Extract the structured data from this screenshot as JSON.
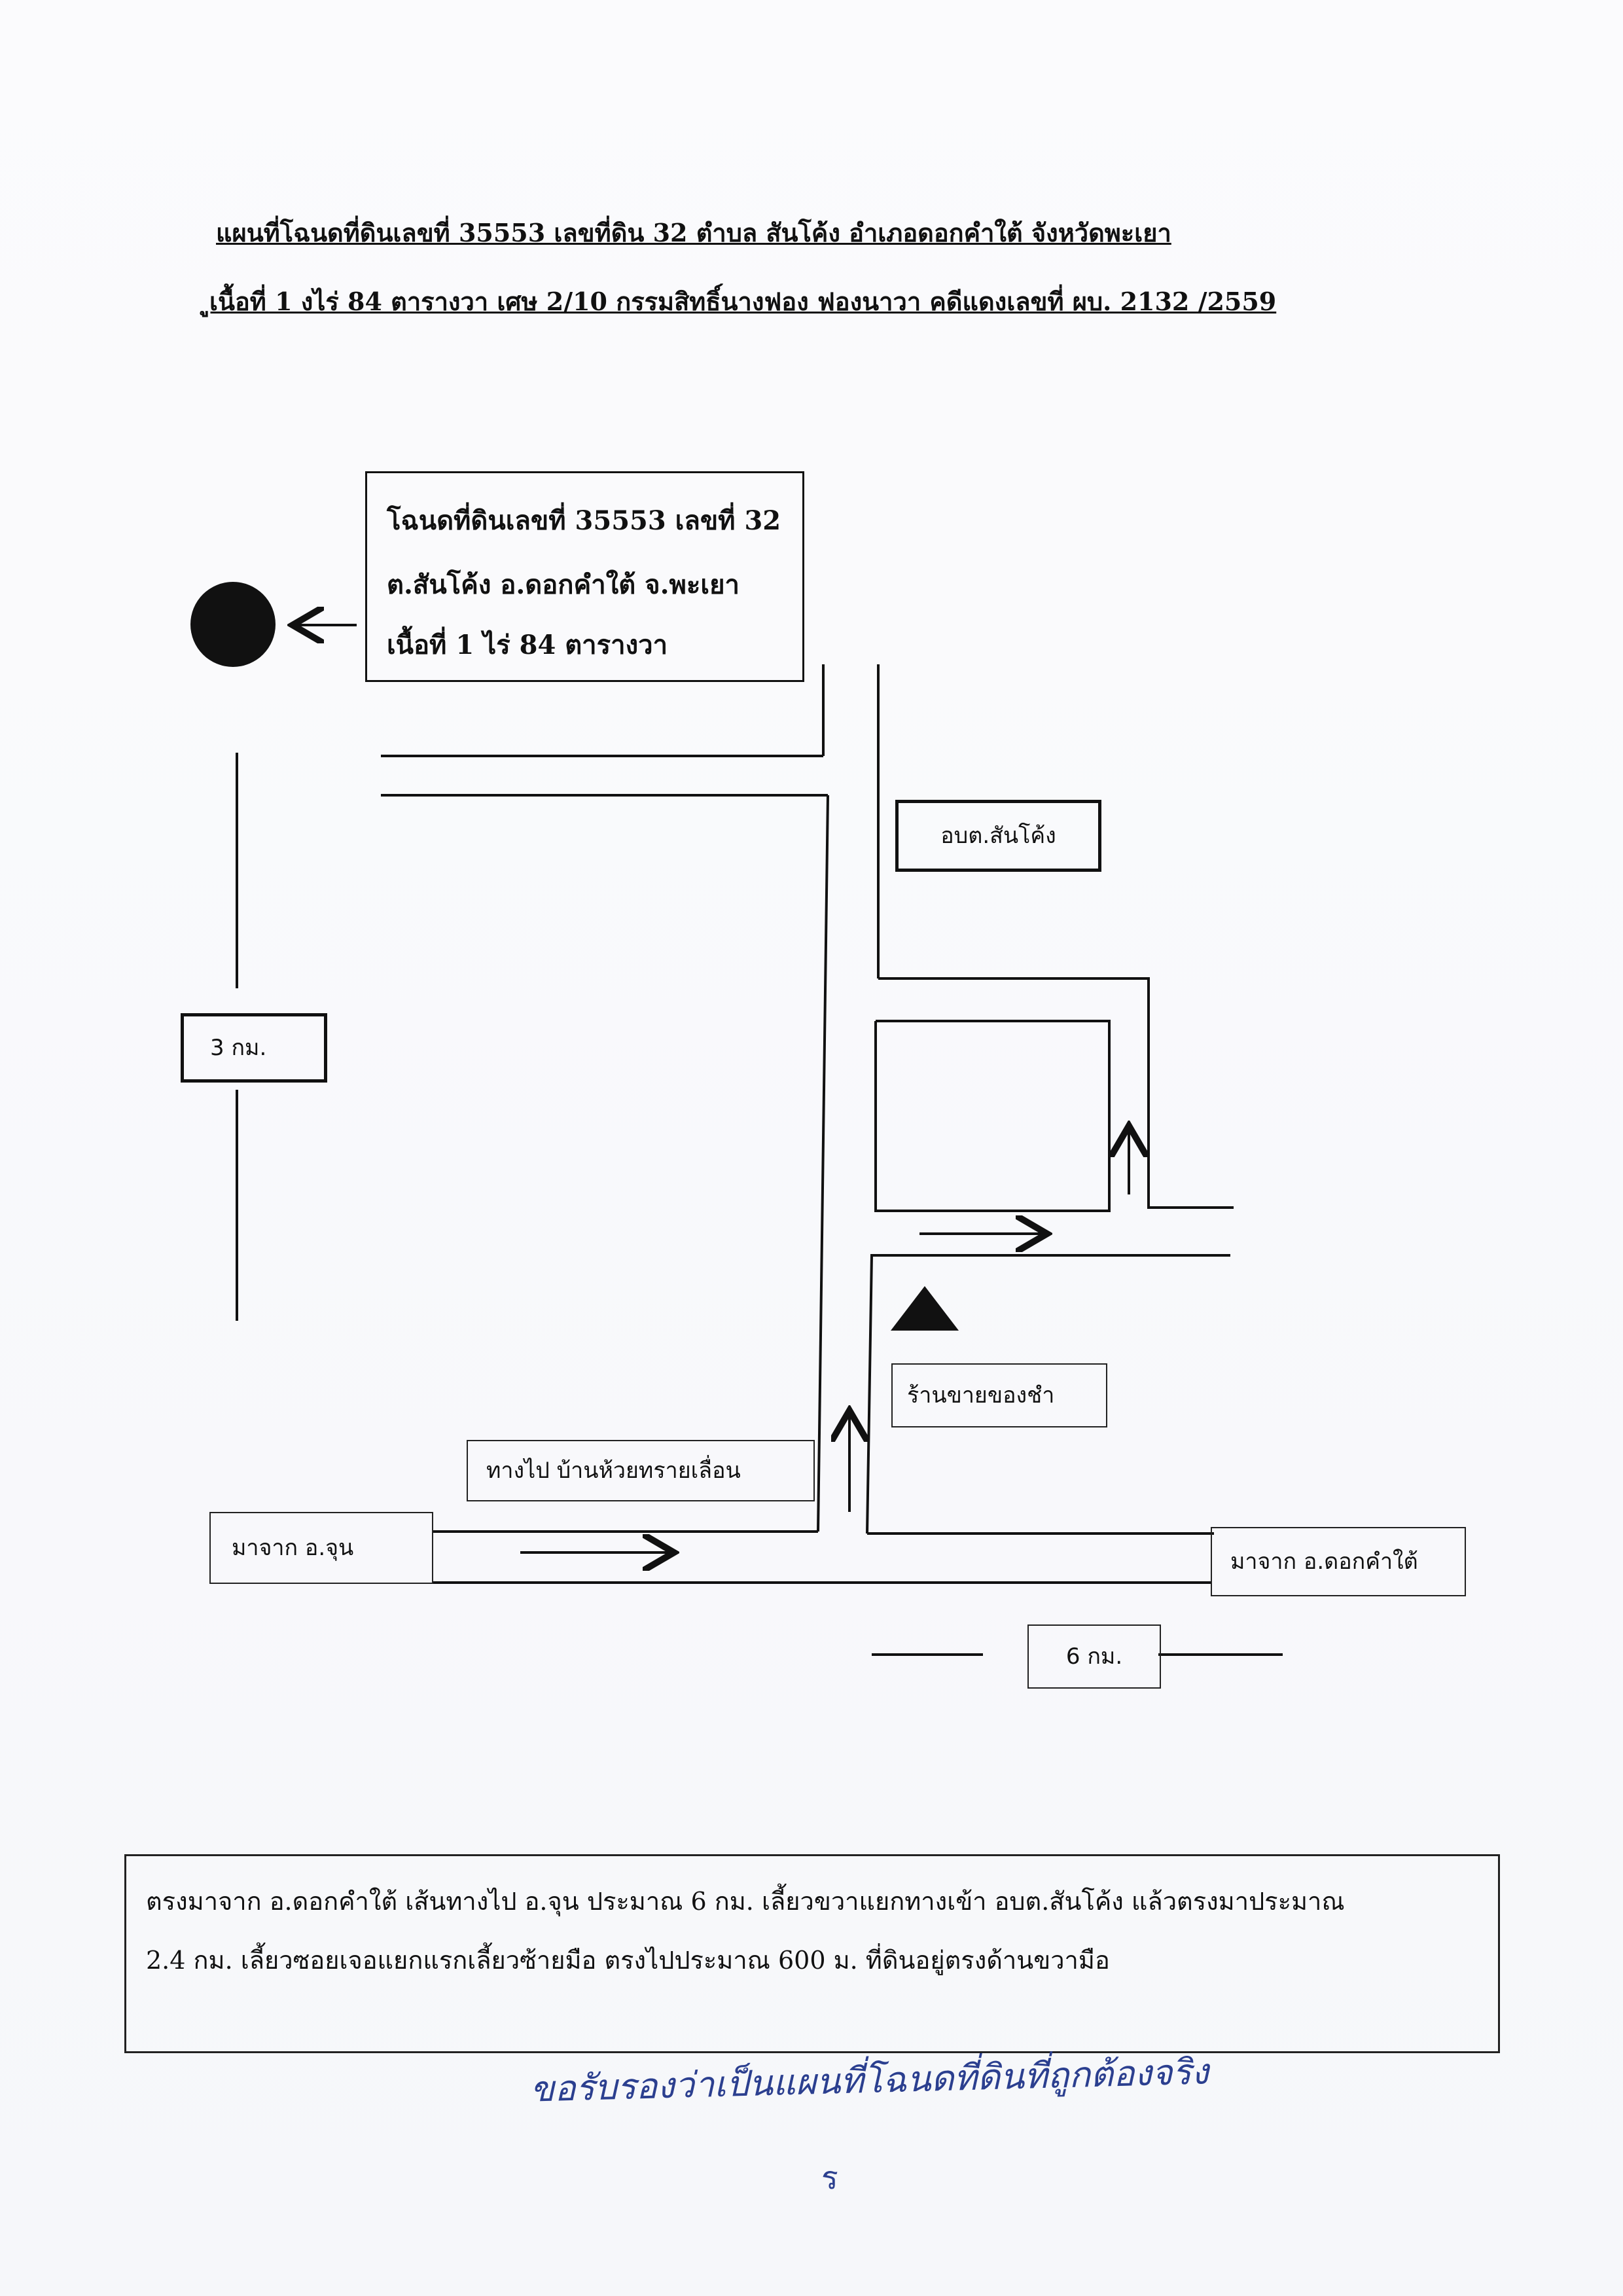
{
  "header": {
    "line1": "แผนที่โฉนดที่ดินเลขที่ 35553 เลขที่ดิน 32 ตำบล สันโค้ง อำเภอดอกคำใต้ จังหวัดพะเยา",
    "line2": "ูเนื้อที่ 1 งไร่ 84 ตารางวา เศษ 2/10 กรรมสิทธิ์นางฟอง ฟองนาวา คดีแดงเลขที่ ผบ. 2132 /2559"
  },
  "deed_box": {
    "line1": "โฉนดที่ดินเลขที่ 35553 เลขที่ 32",
    "line2": "ต.สันโค้ง อ.ดอกคำใต้ จ.พะเยา",
    "line3": "เนื้อที่ 1 ไร่ 84 ตารางวา"
  },
  "map_labels": {
    "obt": "อบต.สันโค้ง",
    "distance_3km": "3 กม.",
    "shop": "ร้านขายของชำ",
    "to_village": "ทางไป บ้านห้วยทรายเลื่อน",
    "from_chun": "มาจาก อ.จุน",
    "from_dokkhamtai": "มาจาก อ.ดอกคำใต้",
    "distance_6km": "6 กม."
  },
  "directions": {
    "line1": "ตรงมาจาก อ.ดอกคำใต้ เส้นทางไป อ.จุน ประมาณ 6 กม. เลี้ยวขวาแยกทางเข้า อบต.สันโค้ง แล้วตรงมาประมาณ",
    "line2": "2.4 กม. เลี้ยวซอยเจอแยกแรกเลี้ยวซ้ายมือ ตรงไปประมาณ 600 ม. ที่ดินอยู่ตรงด้านขวามือ"
  },
  "handwritten_note": "ขอรับรองว่าเป็นแผนที่โฉนดที่ดินที่ถูกต้องจริง",
  "signature": "ร",
  "icons": {
    "land_marker": "filled-circle-icon",
    "shop_marker": "filled-triangle-icon",
    "direction_arrows": "arrow-icon"
  },
  "colors": {
    "ink": "#111111",
    "pen": "#2b3f8f"
  }
}
